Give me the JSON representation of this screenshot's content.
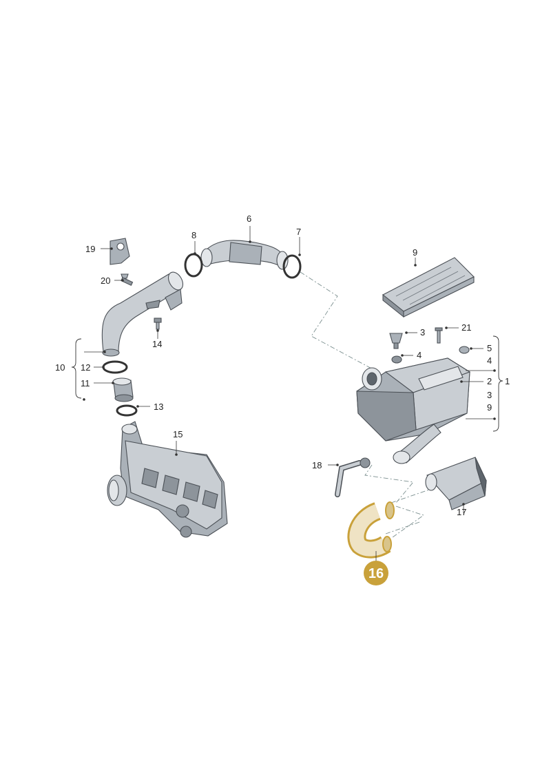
{
  "callouts": {
    "c1": "1",
    "c2": "2",
    "c3a": "3",
    "c3b": "3",
    "c4a": "4",
    "c4b": "4",
    "c5": "5",
    "c6": "6",
    "c7": "7",
    "c8": "8",
    "c9a": "9",
    "c9b": "9",
    "c10": "10",
    "c11": "11",
    "c12": "12",
    "c13": "13",
    "c14": "14",
    "c15": "15",
    "c17": "17",
    "c18": "18",
    "c19": "19",
    "c20": "20",
    "c21": "21"
  },
  "highlight": {
    "label": "16",
    "color": "#c9a13a"
  }
}
